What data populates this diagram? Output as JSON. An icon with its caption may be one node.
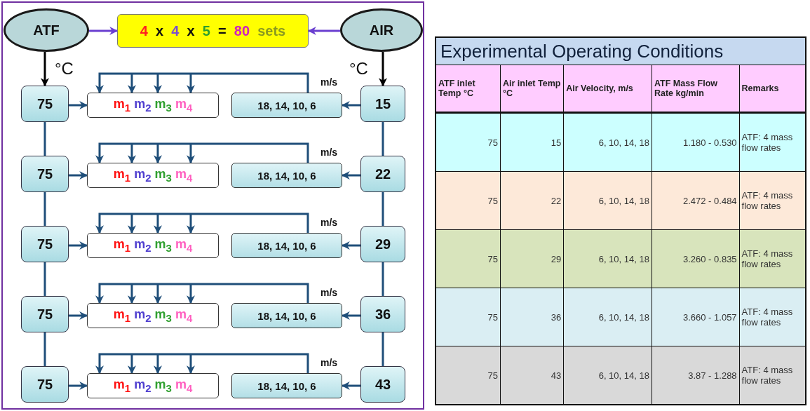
{
  "diagram": {
    "nodes": [
      {
        "text": [
          "ATF"
        ]
      },
      {
        "text": [
          "4 x 4 x 5 = 80 sets"
        ]
      },
      {
        "text": [
          "AIR"
        ]
      },
      {
        "text": [
          "75"
        ]
      },
      {
        "text": [
          "m$_{1}$ m$_{2}$ m$_{3}$ m$_{4}$"
        ]
      },
      {
        "text": [
          "18, 14, 10, 6"
        ]
      },
      {
        "text": [
          "15"
        ]
      },
      {
        "text": [
          "75"
        ]
      },
      {
        "text": [
          "m$_{1}$ m$_{2}$ m$_{3}$ m$_{4}$"
        ]
      },
      {
        "text": [
          "18, 14, 10, 6"
        ]
      },
      {
        "text": [
          "22"
        ]
      },
      {
        "text": [
          "75"
        ]
      },
      {
        "text": [
          "m$_{1}$ m$_{2}$ m$_{3}$ m$_{4}$"
        ]
      },
      {
        "text": [
          "18, 14, 10, 6"
        ]
      },
      {
        "text": [
          "29"
        ]
      },
      {
        "text": [
          "75"
        ]
      },
      {
        "text": [
          "m$_{1}$ m$_{2}$ m$_{3}$ m$_{4}$"
        ]
      },
      {
        "text": [
          "18, 14, 10, 6"
        ]
      },
      {
        "text": [
          "36"
        ]
      },
      {
        "text": [
          "75"
        ]
      },
      {
        "text": [
          "m$_{1}$ m$_{2}$ m$_{3}$ m$_{4}$"
        ]
      },
      {
        "text": [
          "18, 14, 10, 6"
        ]
      },
      {
        "text": [
          "43"
        ]
      }
    ],
    "edges": [
      {
        "from": 0,
        "to": 1,
        "arrow": "to",
        "color": "#6a3fd0"
      },
      {
        "from": 2,
        "to": 1,
        "arrow": "to",
        "color": "#6a3fd0"
      },
      {
        "from": 0,
        "to": 3,
        "arrow": "to",
        "label": "°C",
        "color": "#000000"
      },
      {
        "from": 2,
        "to": 6,
        "arrow": "to",
        "label": "°C",
        "color": "#000000"
      },
      {
        "from": 3,
        "to": 4,
        "arrow": "to"
      },
      {
        "from": 6,
        "to": 5,
        "arrow": "to"
      },
      {
        "from": 5,
        "to": 4,
        "arrow": "to",
        "label": "m/s"
      },
      {
        "from": 7,
        "to": 8,
        "arrow": "to"
      },
      {
        "from": 10,
        "to": 9,
        "arrow": "to"
      },
      {
        "from": 9,
        "to": 8,
        "arrow": "to",
        "label": "m/s"
      },
      {
        "from": 11,
        "to": 12,
        "arrow": "to"
      },
      {
        "from": 14,
        "to": 13,
        "arrow": "to"
      },
      {
        "from": 13,
        "to": 12,
        "arrow": "to",
        "label": "m/s"
      },
      {
        "from": 15,
        "to": 16,
        "arrow": "to"
      },
      {
        "from": 18,
        "to": 17,
        "arrow": "to"
      },
      {
        "from": 17,
        "to": 16,
        "arrow": "to",
        "label": "m/s"
      },
      {
        "from": 19,
        "to": 20,
        "arrow": "to"
      },
      {
        "from": 22,
        "to": 21,
        "arrow": "to"
      },
      {
        "from": 21,
        "to": 20,
        "arrow": "to",
        "label": "m/s"
      },
      {
        "from": 3,
        "to": 7,
        "arrow": "none"
      },
      {
        "from": 7,
        "to": 11,
        "arrow": "none"
      },
      {
        "from": 11,
        "to": 15,
        "arrow": "none"
      },
      {
        "from": 15,
        "to": 19,
        "arrow": "none"
      },
      {
        "from": 6,
        "to": 10,
        "arrow": "none"
      },
      {
        "from": 10,
        "to": 14,
        "arrow": "none"
      },
      {
        "from": 14,
        "to": 18,
        "arrow": "none"
      },
      {
        "from": 18,
        "to": 22,
        "arrow": "none"
      }
    ],
    "labels": [
      "Experimental Operating Conditions",
      "ATF inlet Temp °C",
      "Air inlet Temp °C",
      "Air Velocity, m/s",
      "ATF Mass Flow Rate kg/min",
      "Remarks",
      "75",
      "15",
      "6, 10, 14, 18",
      "1.180 - 0.530",
      "ATF: 4 mass flow rates",
      "75",
      "22",
      "6, 10, 14, 18",
      "2.472 - 0.484",
      "ATF: 4 mass flow rates",
      "75",
      "29",
      "6, 10, 14, 18",
      "3.260 - 0.835",
      "ATF: 4 mass flow rates",
      "75",
      "36",
      "6, 10, 14, 18",
      "3.660 - 1.057",
      "ATF: 4 mass flow rates",
      "75",
      "43",
      "6, 10, 14, 18",
      "3.87 - 1.288",
      "ATF: 4 mass flow rates"
    ]
  }
}
